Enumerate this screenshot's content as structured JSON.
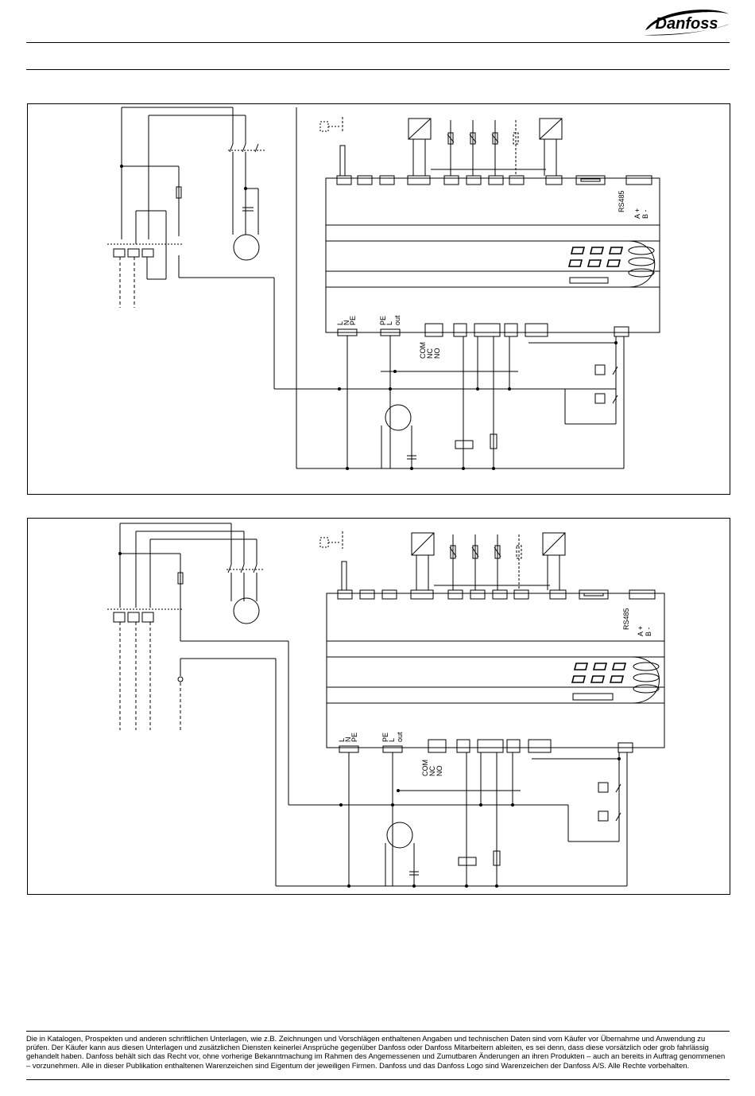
{
  "brand": {
    "logo_text": "Danfoss"
  },
  "diagrams": [
    {
      "labels": {
        "bus": "RS485",
        "a_plus": "A +",
        "b_minus": "B -",
        "lnpe": [
          "L",
          "N",
          "PE"
        ],
        "pelout": [
          "PE",
          "L",
          "out"
        ],
        "relay": [
          "COM",
          "NC",
          "NO"
        ]
      }
    },
    {
      "labels": {
        "bus": "RS485",
        "a_plus": "A +",
        "b_minus": "B -",
        "lnpe": [
          "L",
          "N",
          "PE"
        ],
        "pelout": [
          "PE",
          "L",
          "out"
        ],
        "relay": [
          "COM",
          "NC",
          "NO"
        ]
      }
    }
  ],
  "footer": {
    "disclaimer": "Die in Katalogen, Prospekten und anderen schriftlichen Unterlagen, wie z.B. Zeichnungen und Vorschlägen enthaltenen Angaben und technischen Daten sind vom Käufer vor Übernahme und Anwendung zu prüfen. Der Käufer kann aus diesen Unterlagen und zusätzlichen Diensten keinerlei Ansprüche gegenüber Danfoss oder Danfoss Mitarbeitern ableiten, es sei denn, dass diese vorsätzlich oder grob fahrlässig gehandelt haben. Danfoss behält sich das Recht vor, ohne vorherige Bekanntmachung im Rahmen des Angemessenen und Zumutbaren Änderungen an ihren Produkten – auch an bereits in Auftrag genommenen – vorzunehmen. Alle in dieser Publikation enthaltenen Warenzeichen sind Eigentum der jeweiligen Firmen. Danfoss und das Danfoss Logo sind Warenzeichen der Danfoss A/S. Alle Rechte vorbehalten."
  }
}
